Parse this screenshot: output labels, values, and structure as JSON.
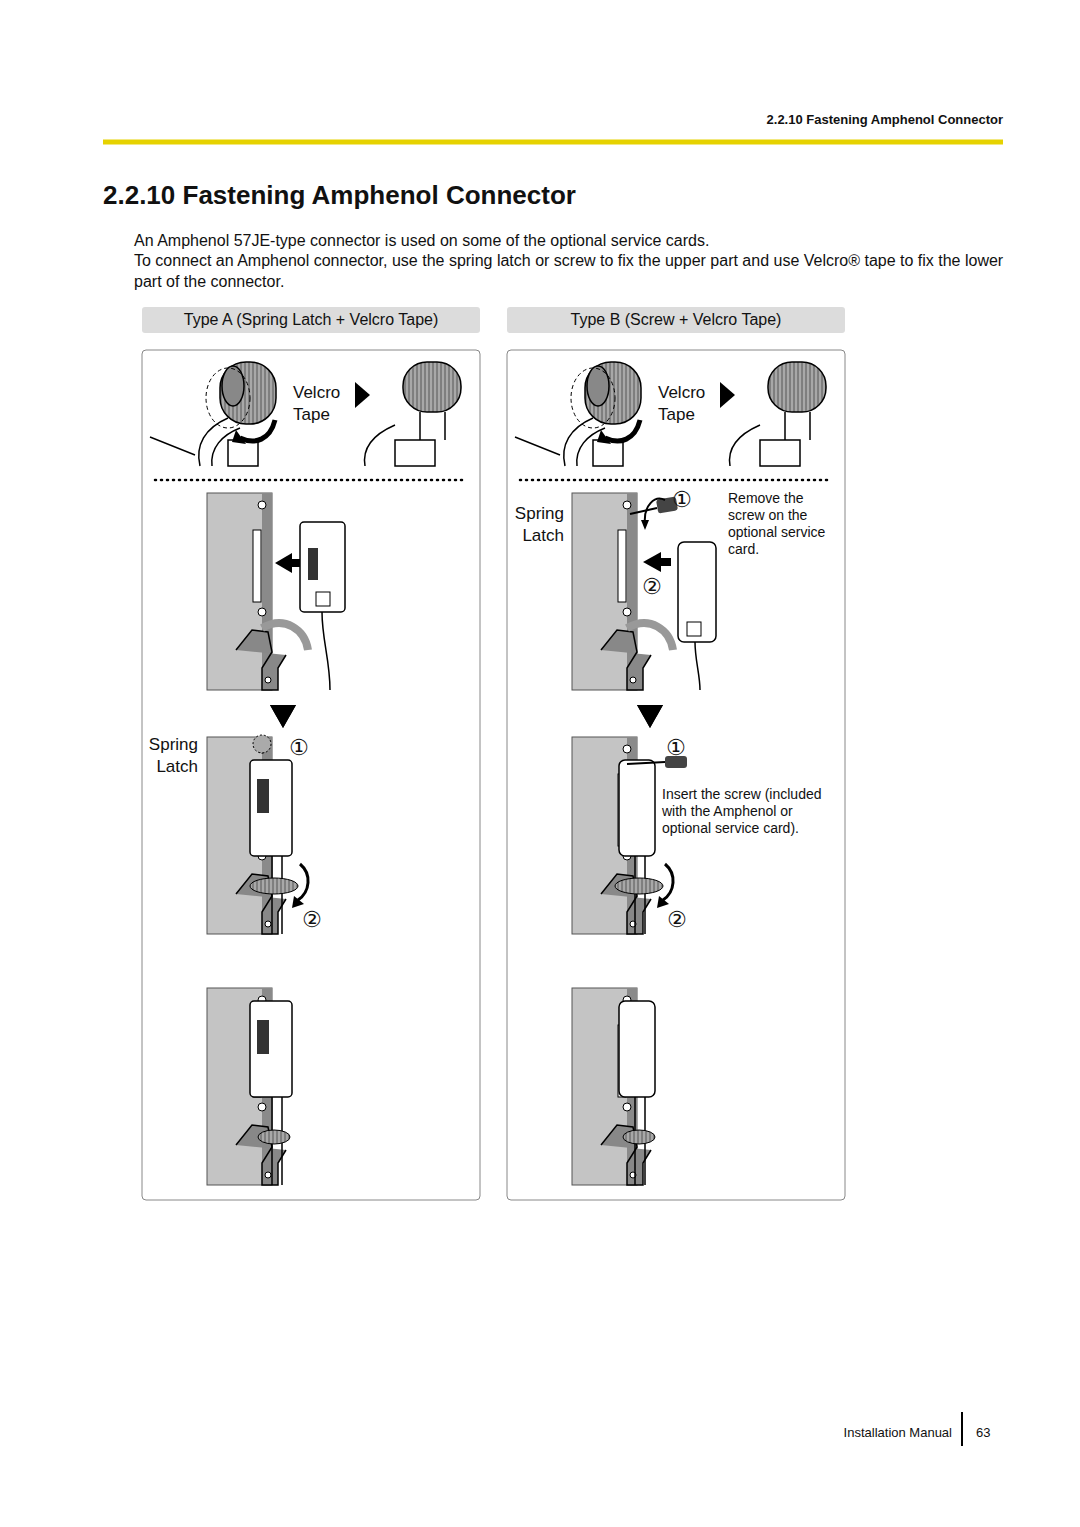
{
  "diagram": {
    "title": "2.2.10 Fastening Amphenol Connector",
    "nodes": [
      {
        "text": [
          "Type A (Spring Latch + Velcro Tape)"
        ]
      },
      {
        "text": [
          "Type B (Screw + Velcro Tape)"
        ]
      }
    ],
    "labels": [
      "2.2.10 Fastening Amphenol Connector",
      "An Amphenol 57JE-type connector is used on some of the optional service cards.",
      "To connect an Amphenol connector, use the spring latch or screw to fix the upper part and use Velcro® tape to fix the lower part of the connector.",
      "Velcro Tape",
      "Spring Latch",
      "①",
      "②",
      "Velcro Tape",
      "Spring Latch",
      "①",
      "Remove the screw on the optional service card.",
      "②",
      "①",
      "Insert the screw (included with the Amphenol or optional service card).",
      "②",
      "Installation Manual",
      "63"
    ]
  }
}
